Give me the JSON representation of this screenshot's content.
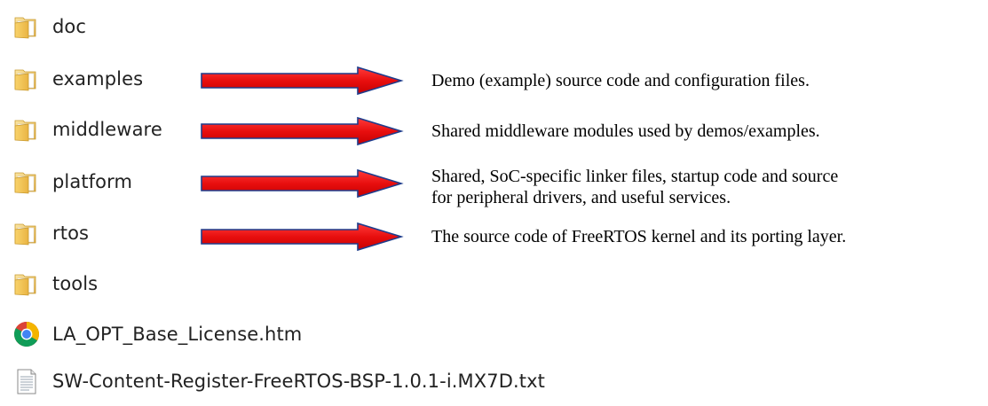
{
  "files": [
    {
      "name": "doc",
      "type": "folder"
    },
    {
      "name": "examples",
      "type": "folder"
    },
    {
      "name": "middleware",
      "type": "folder"
    },
    {
      "name": "platform",
      "type": "folder"
    },
    {
      "name": "rtos",
      "type": "folder"
    },
    {
      "name": "tools",
      "type": "folder"
    },
    {
      "name": "LA_OPT_Base_License.htm",
      "type": "chrome-html-file"
    },
    {
      "name": "SW-Content-Register-FreeRTOS-BSP-1.0.1-i.MX7D.txt",
      "type": "text-file"
    }
  ],
  "annotations": {
    "examples": [
      "Demo (example) source code and configuration files."
    ],
    "middleware": [
      "Shared middleware modules used by demos/examples."
    ],
    "platform": [
      "Shared, SoC-specific linker files, startup code and source",
      "for peripheral drivers, and useful services."
    ],
    "rtos": [
      "The source code of FreeRTOS kernel and its porting layer."
    ]
  },
  "colors": {
    "arrow_fill": "#ee1111",
    "arrow_stroke": "#1f3d8c",
    "folder": "#f2c85b"
  }
}
